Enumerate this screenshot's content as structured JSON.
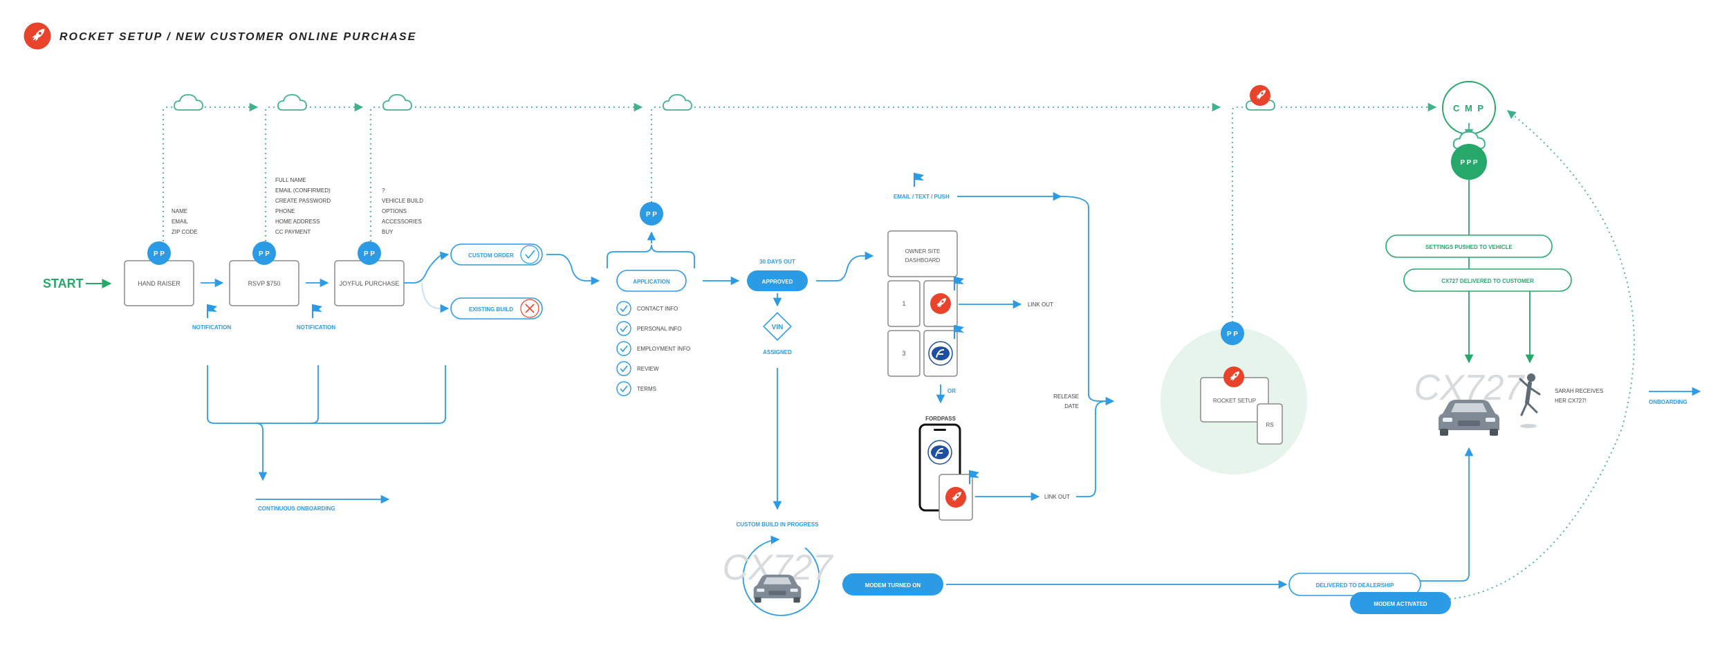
{
  "header": {
    "title": "ROCKET SETUP / NEW CUSTOMER ONLINE PURCHASE"
  },
  "labels": {
    "start": "START",
    "hand_raiser": "HAND RAISER",
    "rsvp": "RSVP $750",
    "joyful_purchase": "JOYFUL PURCHASE",
    "notification": "NOTIFICATION",
    "pp": "P P",
    "ppp": "P P P",
    "cmp": "C M P",
    "custom_order": "CUSTOM ORDER",
    "existing_build": "EXISTING BUILD",
    "application": "APPLICATION",
    "continuous_onboarding": "CONTINUOUS ONBOARDING",
    "days_out": "30 DAYS OUT",
    "approved": "APPROVED",
    "vin": "VIN",
    "assigned": "ASSIGNED",
    "email_text_push": "EMAIL / TEXT / PUSH",
    "owner_site_line1": "OWNER SITE",
    "owner_site_line2": "DASHBOARD",
    "tile_1": "1",
    "tile_3": "3",
    "or": "OR",
    "fordpass": "FORDPASS",
    "link_out": "LINK OUT",
    "release_line1": "RELEASE",
    "release_line2": "DATE",
    "rocket_setup": "ROCKET SETUP",
    "rs": "RS",
    "custom_build": "CUSTOM BUILD IN PROGRESS",
    "cx727": "CX727",
    "modem_on": "MODEM TURNED ON",
    "delivered_dealer": "DELIVERED TO DEALERSHIP",
    "modem_activated": "MODEM ACTIVATED",
    "settings_pushed": "SETTINGS PUSHED TO VEHICLE",
    "cx727_delivered": "CX727 DELIVERED TO CUSTOMER",
    "sarah_line1": "SARAH RECEIVES",
    "sarah_line2": "HER CX727!",
    "onboarding": "ONBOARDING"
  },
  "field_lists": {
    "hand_raiser": [
      "NAME",
      "EMAIL",
      "ZIP CODE"
    ],
    "rsvp": [
      "FULL NAME",
      "EMAIL (CONFIRMED)",
      "CREATE PASSWORD",
      "PHONE",
      "HOME ADDRESS",
      "CC PAYMENT"
    ],
    "joyful": [
      "?",
      "VEHICLE BUILD",
      "OPTIONS",
      "ACCESSORIES",
      "BUY"
    ],
    "application": [
      "CONTACT INFO",
      "PERSONAL INFO",
      "EMPLOYMENT INFO",
      "REVIEW",
      "TERMS"
    ]
  },
  "colors": {
    "blue": "#2b9be6",
    "green": "#27a86b",
    "teal_dots": "#3fb28c",
    "red": "#e9432b",
    "grey_text": "#555555",
    "box_border": "#8a8a8a",
    "pale_green": "#e6f4ec",
    "car_grey": "#7f8a94",
    "ford_blue": "#1e4fa0"
  },
  "icons": [
    "rocket-icon",
    "cloud-icon",
    "flag-icon",
    "checkmark-icon",
    "x-icon",
    "ford-logo-icon",
    "car-icon",
    "person-jumping-icon",
    "phone-icon"
  ]
}
